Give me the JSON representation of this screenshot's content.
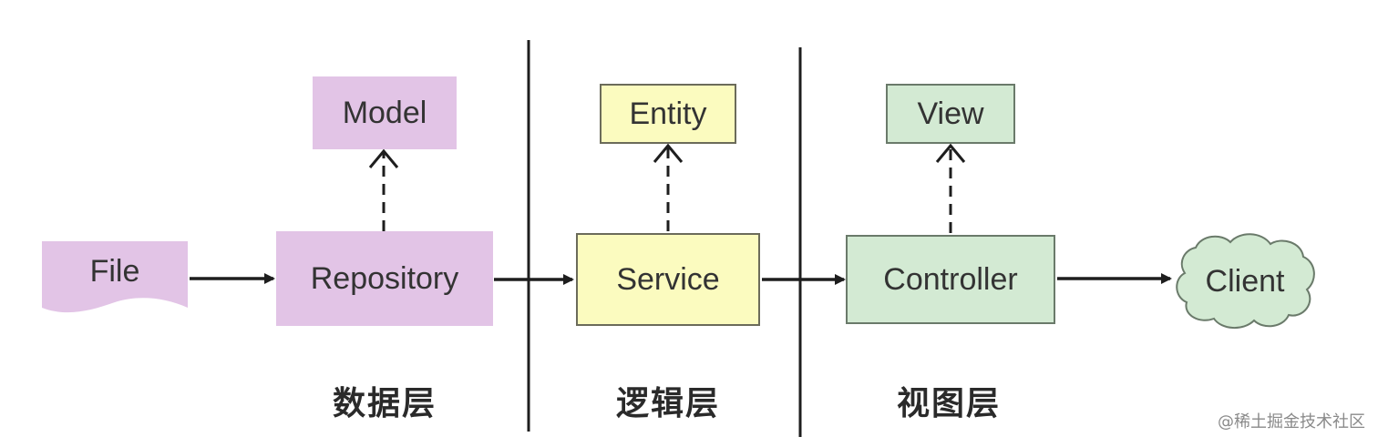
{
  "nodes": {
    "file": "File",
    "repository": "Repository",
    "model": "Model",
    "service": "Service",
    "entity": "Entity",
    "controller": "Controller",
    "view": "View",
    "client": "Client"
  },
  "layers": {
    "data": "数据层",
    "logic": "逻辑层",
    "view": "视图层"
  },
  "watermark": "@稀土掘金技术社区",
  "colors": {
    "purple": "#e2c4e6",
    "yellow": "#fbfbbf",
    "green": "#d3ead3",
    "line": "#1e1e1e"
  }
}
